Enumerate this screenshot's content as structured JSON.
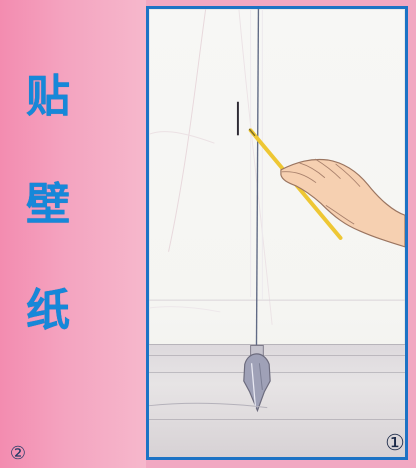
{
  "page": {
    "title_chars": [
      "贴",
      "壁",
      "纸"
    ],
    "page_number": "②",
    "illustration_number": "①"
  },
  "colors": {
    "pink_background": "#f1a8c2",
    "title_blue": "#1688d9",
    "panel_border": "#1c73c5",
    "wall": "#f5f5f2",
    "baseboard": "#ddd9dd"
  },
  "icons": {
    "plumb_bob": "plumb-bob-icon",
    "hand": "hand-icon",
    "tool": "pencil-tool-icon"
  }
}
